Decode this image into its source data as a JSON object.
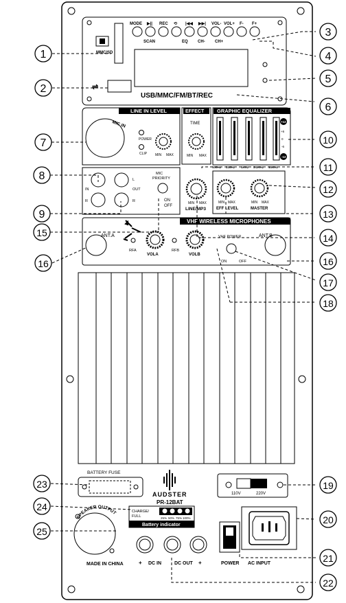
{
  "top_panel": {
    "button_labels_top": [
      "MODE",
      "▶||",
      "REC",
      "⟲",
      "|◀◀",
      "▶▶|",
      "VOL-",
      "VOL+",
      "F-",
      "F+"
    ],
    "button_labels_bottom": [
      "SCAN",
      "EQ",
      "CH-",
      "CH+"
    ],
    "mmc_label": "MMC/SD",
    "usb_symbol": "⇌",
    "display_caption": "USB/MMC/FM/BT/REC"
  },
  "line_in_section": {
    "title": "LINE IN LEVEL",
    "mic_in": "MIC IN",
    "power": "POWER",
    "clip": "CLIP",
    "min": "MIN",
    "max": "MAX"
  },
  "effect_section": {
    "title": "EFFECT",
    "time": "TIME",
    "min": "MIN",
    "max": "MAX"
  },
  "eq_section": {
    "title": "GRAPHIC EQUALIZER",
    "bands": [
      "100Hz",
      "330Hz",
      "1KHz",
      "3.3KHz",
      "10KHz"
    ],
    "scale": [
      "+12",
      "+6",
      "0",
      "-6",
      "-12"
    ]
  },
  "io_section": {
    "in": "IN",
    "out": "OUT",
    "l": "L",
    "r": "R",
    "mic_priority": "MIC PRIORITY",
    "on": "ON",
    "off": "OFF"
  },
  "level_knobs": {
    "line_mp3": "LINE/MP3",
    "eff_level": "EFF LEVEL",
    "master": "MASTER",
    "min": "MIN",
    "max": "MAX"
  },
  "wireless_section": {
    "title": "VHF WIRELESS MICROPHONES",
    "ant_a": "ANT.A",
    "ant_b": "ANT.B",
    "rfa": "RFA",
    "rfb": "RFB",
    "vola": "VOLA",
    "volb": "VOLB",
    "vhf_power": "VHF POWER",
    "on": "ON",
    "off": "OFF"
  },
  "lower_panel": {
    "battery_fuse": "BATTERY FUSE",
    "brand": "AUDSTER",
    "model": "PR-12BAT",
    "charge_full": [
      "CHARGE/",
      "FULL"
    ],
    "battery_levels": [
      "25%",
      "50%",
      "75%",
      "100%"
    ],
    "battery_indicator": "Battery indicator",
    "speaker_output": "SPEAKER OUTPUT",
    "made_in_china": "MADE IN CHINA",
    "dc_in": "DC IN",
    "dc_out": "DC OUT",
    "plus": "+",
    "voltage_110": "110V",
    "voltage_220": "220V",
    "power": "POWER",
    "ac_input": "AC INPUT"
  },
  "callouts": [
    "1",
    "2",
    "3",
    "4",
    "5",
    "6",
    "7",
    "8",
    "9",
    "10",
    "11",
    "12",
    "13",
    "14",
    "15",
    "16",
    "16",
    "17",
    "18",
    "19",
    "20",
    "21",
    "22",
    "23",
    "24",
    "25"
  ]
}
